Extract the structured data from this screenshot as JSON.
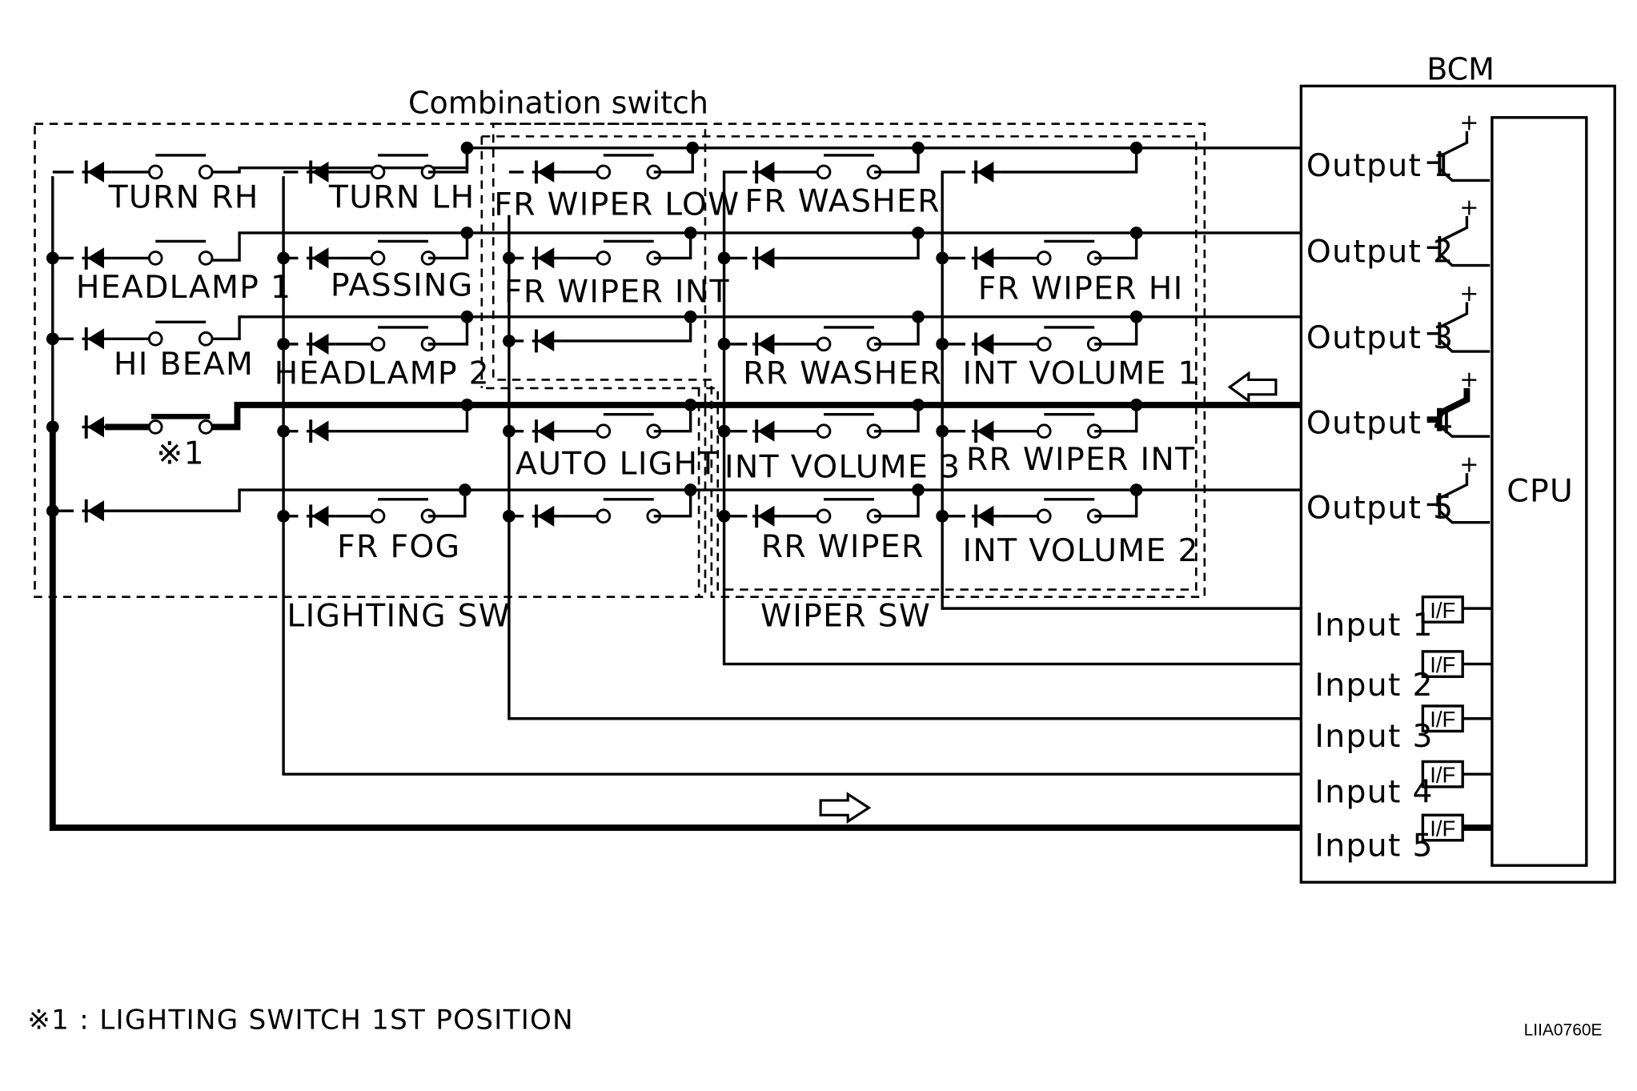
{
  "groups": {
    "combination_switch": "Combination switch",
    "lighting_sw": "LIGHTING SW",
    "wiper_sw": "WIPER SW",
    "bcm": "BCM",
    "cpu": "CPU"
  },
  "switches": {
    "turn_rh": "TURN RH",
    "turn_lh": "TURN LH",
    "headlamp_1": "HEADLAMP 1",
    "passing": "PASSING",
    "hi_beam": "HI BEAM",
    "headlamp_2": "HEADLAMP 2",
    "note_mark": "※1",
    "fr_fog": "FR FOG",
    "fr_wiper_low": "FR WIPER LOW",
    "fr_wiper_int": "FR WIPER INT",
    "auto_light": "AUTO LIGHT",
    "fr_washer": "FR WASHER",
    "rr_washer": "RR WASHER",
    "int_volume_3": "INT VOLUME 3",
    "rr_wiper": "RR WIPER",
    "fr_wiper_hi": "FR WIPER HI",
    "int_volume_1": "INT VOLUME 1",
    "rr_wiper_int": "RR WIPER INT",
    "int_volume_2": "INT VOLUME 2"
  },
  "outputs": [
    "Output 1",
    "Output 2",
    "Output 3",
    "Output 4",
    "Output 5"
  ],
  "inputs": [
    "Input 1",
    "Input 2",
    "Input 3",
    "Input 4",
    "Input 5"
  ],
  "interface_label": "I/F",
  "plus_sign": "+",
  "footnote": "※1 : LIGHTING SWITCH 1ST POSITION",
  "figure_code": "LIIA0760E"
}
